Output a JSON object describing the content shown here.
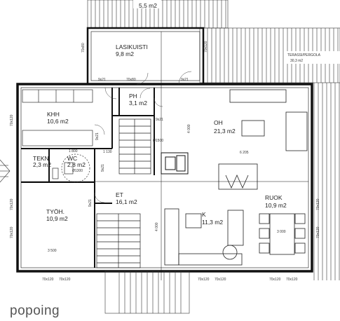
{
  "rooms": {
    "lasikuisti": {
      "name": "LASIKUISTI",
      "area": "9,8 m2"
    },
    "ph": {
      "name": "PH",
      "area": "3,1 m2"
    },
    "khh": {
      "name": "KHH",
      "area": "10,6 m2"
    },
    "oh": {
      "name": "OH",
      "area": "21,3 m2"
    },
    "tekn": {
      "name": "TEKN",
      "area": "2,3 m2"
    },
    "wc": {
      "name": "WC",
      "area": "2,8 m2"
    },
    "et": {
      "name": "ET",
      "area": "16,1 m2"
    },
    "tyoh": {
      "name": "TYÖH.",
      "area": "10,9 m2"
    },
    "k": {
      "name": "K",
      "area": "11,3 m2"
    },
    "ruok": {
      "name": "RUOK",
      "area": "10,9 m2"
    },
    "terassi": {
      "name": "TERASSI/PERGOLA",
      "area": "30,3 m2"
    },
    "top": {
      "area": "5,5 m2"
    }
  },
  "dimensions": {
    "d6205": "6 205",
    "d4000_oh": "4 000",
    "d4000_k": "4 000",
    "d3500": "3 500",
    "d3000": "3 000",
    "d1130": "1 130",
    "d1800": "1 800",
    "w70x80_a": "70x80",
    "w70x80_b": "70x80",
    "w70x120_a": "70x120",
    "w70x120_b": "70x120",
    "w70x120_c": "70x120",
    "w70x120_d": "70x120",
    "w70x120_e": "70x120",
    "w70x120_f": "70x120",
    "w70x120_g": "70x120",
    "w70x120_h": "70x120",
    "w70x120_i": "70x120",
    "w70x120_j": "70x120",
    "w70x120_k": "70x120",
    "w70x120_l": "70x120",
    "door_9x21_a": "9x21",
    "door_9x21_b": "9x21",
    "door_9x21_c": "9x21",
    "door_9x21_d": "9x21",
    "door_9x21_e": "9x21",
    "door_9x21_f": "9x21",
    "circle_d1300": "Ø1300",
    "circle_d1500": "Ø1500"
  },
  "watermark": "popoing"
}
